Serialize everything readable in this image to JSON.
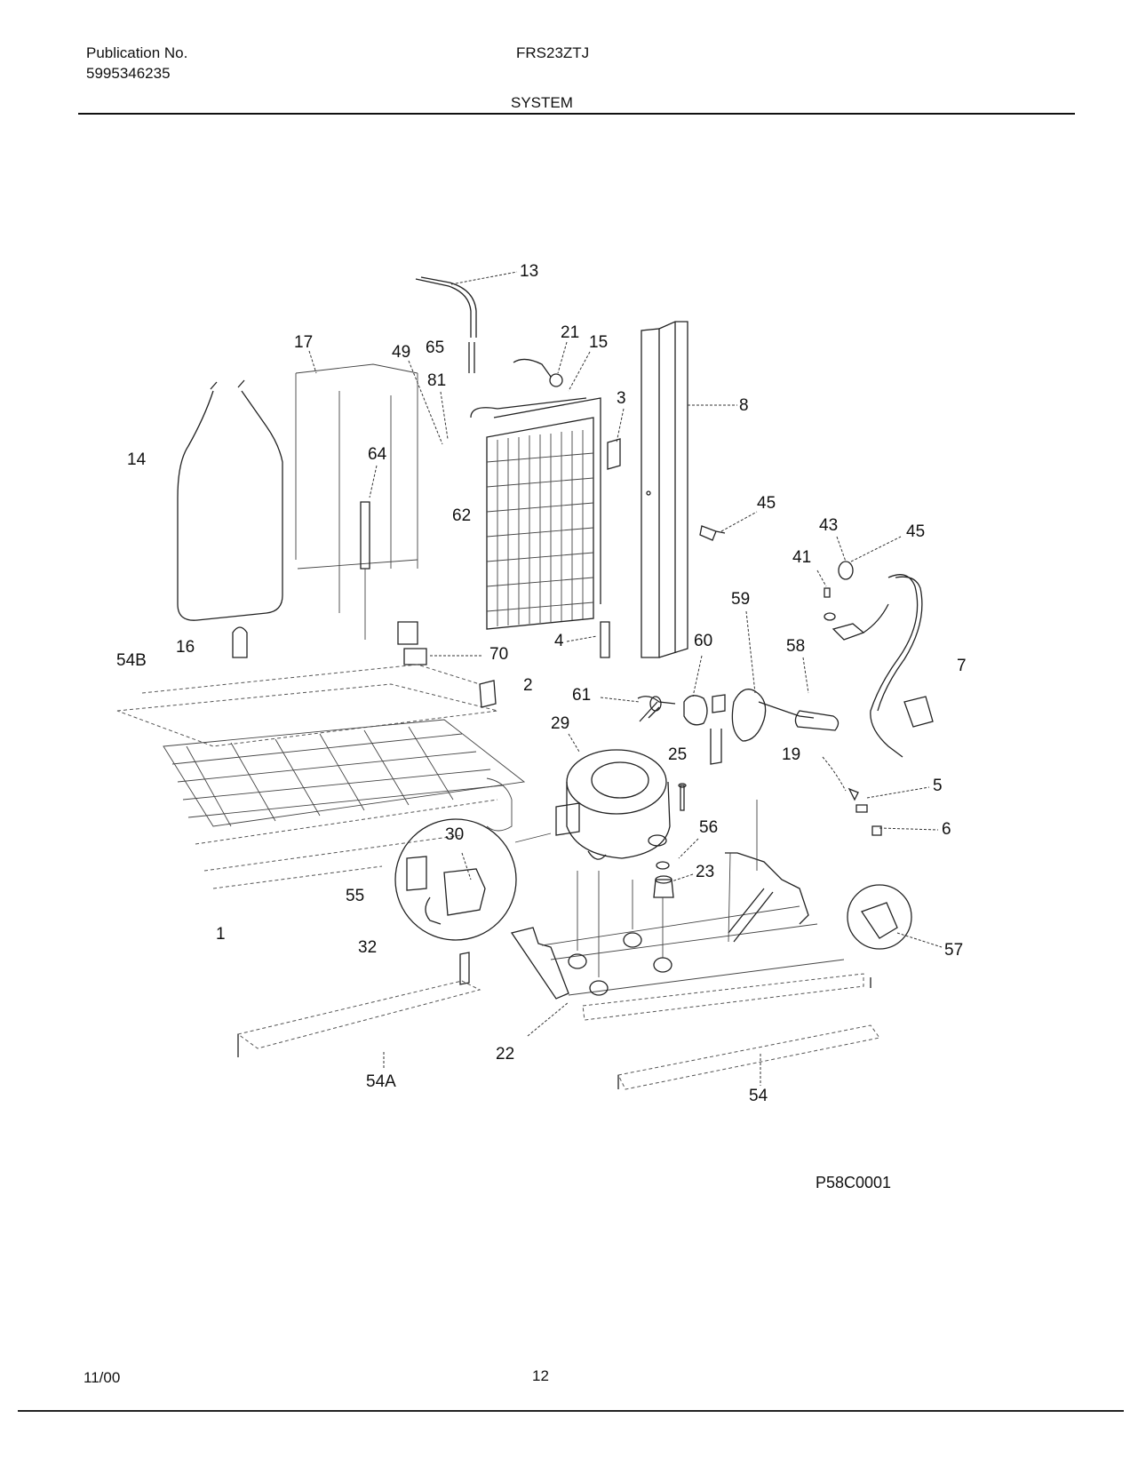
{
  "header": {
    "publication_label": "Publication No.",
    "publication_number": "5995346235",
    "model": "FRS23ZTJ",
    "section": "SYSTEM"
  },
  "diagram_code": "P58C0001",
  "footer": {
    "date": "11/00",
    "page": "12"
  },
  "callouts": {
    "c13": "13",
    "c17": "17",
    "c49": "49",
    "c65": "65",
    "c21": "21",
    "c15": "15",
    "c81": "81",
    "c3": "3",
    "c8": "8",
    "c14": "14",
    "c64": "64",
    "c62": "62",
    "c45a": "45",
    "c43": "43",
    "c45b": "45",
    "c41": "41",
    "c59": "59",
    "c4": "4",
    "c60": "60",
    "c58": "58",
    "c54b": "54B",
    "c16": "16",
    "c70": "70",
    "c2": "2",
    "c7": "7",
    "c61": "61",
    "c29": "29",
    "c19": "19",
    "c25": "25",
    "c5": "5",
    "c30": "30",
    "c56": "56",
    "c6": "6",
    "c23": "23",
    "c55": "55",
    "c1": "1",
    "c32": "32",
    "c57": "57",
    "c22": "22",
    "c54a": "54A",
    "c54": "54"
  }
}
